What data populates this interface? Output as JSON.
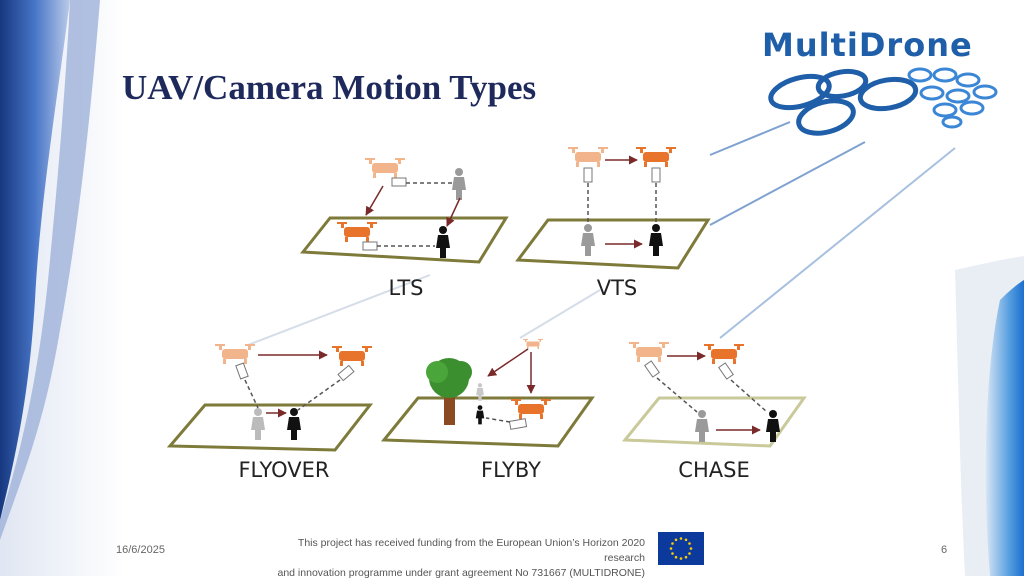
{
  "slide": {
    "title": "UAV/Camera Motion Types",
    "brand": "MultiDrone",
    "footer": {
      "date": "16/6/2025",
      "funding_line1": "This project has received funding from the European Union’s Horizon 2020 research",
      "funding_line2": "and innovation programme under grant agreement No 731667 (MULTIDRONE)",
      "page_number": "6"
    },
    "motion_types": [
      {
        "label": "LTS"
      },
      {
        "label": "VTS"
      },
      {
        "label": "FLYOVER"
      },
      {
        "label": "FLYBY"
      },
      {
        "label": "CHASE"
      }
    ],
    "colors": {
      "title": "#1f2a5c",
      "brand": "#1f5ea8",
      "drone_dark": "#e8742c",
      "drone_light": "#f2b48a",
      "ground": "#7d7a3a",
      "arrow": "#7a2a2a",
      "eu_blue": "#0b3a9c",
      "eu_gold": "#ffcc00"
    },
    "icons": [
      "drone-icon",
      "person-icon",
      "tree-icon",
      "eu-flag-icon",
      "logo-rings-icon"
    ]
  }
}
